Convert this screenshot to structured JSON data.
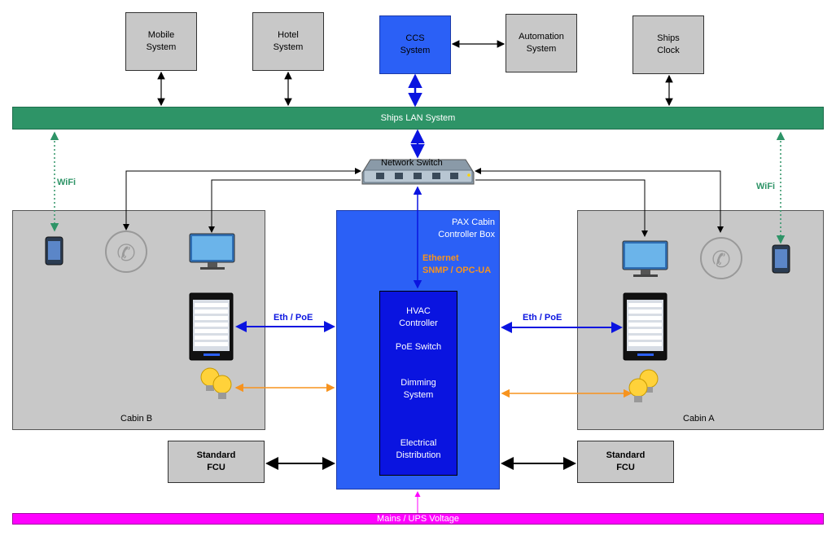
{
  "systems": {
    "mobile": "Mobile\nSystem",
    "hotel": "Hotel\nSystem",
    "ccs": "CCS\nSystem",
    "automation": "Automation\nSystem",
    "clock": "Ships\nClock"
  },
  "lan": "Ships LAN System",
  "network_switch": "Network Switch",
  "wifi_left": "WiFi",
  "wifi_right": "WiFi",
  "controller_box": {
    "title": "PAX Cabin\nController Box",
    "ethernet": "Ethernet\nSNMP / OPC-UA",
    "hvac": "HVAC\nController",
    "poe": "PoE Switch",
    "dimming": "Dimming\nSystem",
    "electrical": "Electrical\nDistribution"
  },
  "eth_poe_left": "Eth / PoE",
  "eth_poe_right": "Eth / PoE",
  "cabin_b": "Cabin B",
  "cabin_a": "Cabin A",
  "fcu_left": "Standard\nFCU",
  "fcu_right": "Standard\nFCU",
  "mains": "Mains / UPS Voltage",
  "colors": {
    "lan": "#2e9467",
    "mains": "#ff00ff",
    "blue_box": "#2b60f6",
    "inner_box": "#0a14e0",
    "orange": "#f7931e",
    "wifi": "#2e9467",
    "gray": "#c8c8c8"
  }
}
